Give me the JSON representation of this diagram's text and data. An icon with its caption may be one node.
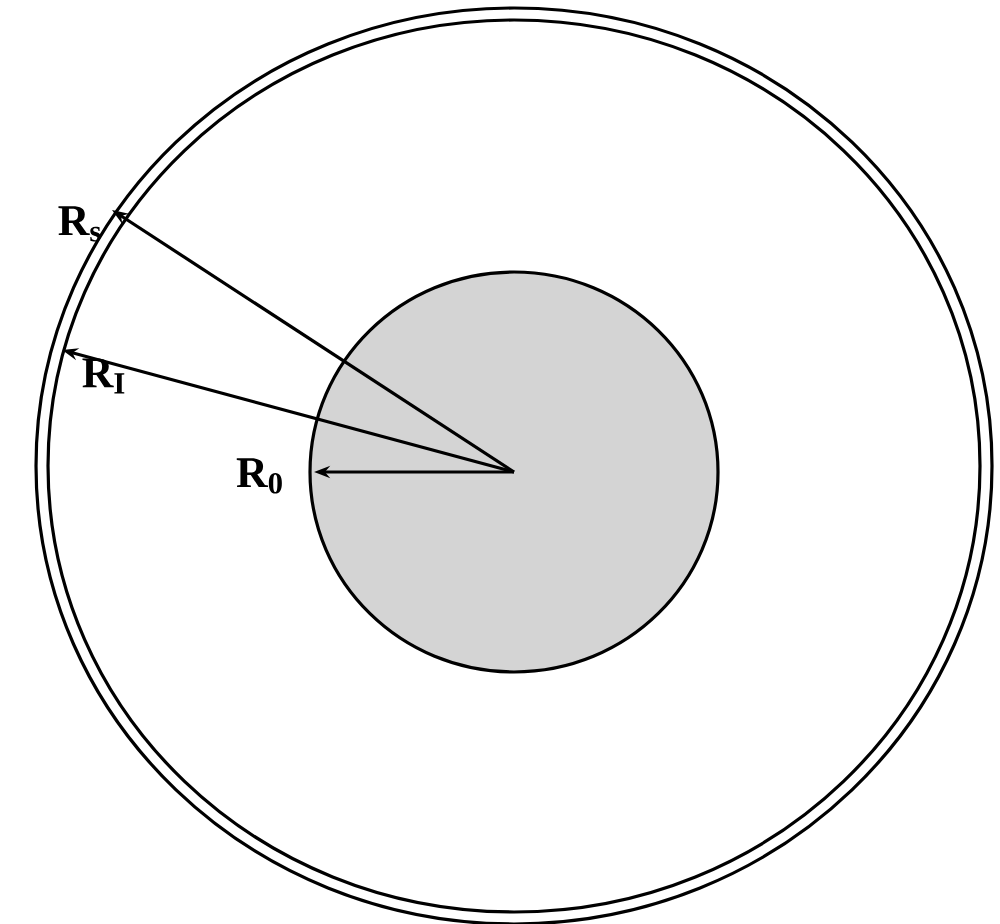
{
  "diagram": {
    "labels": [
      "R$_{s}$",
      "R$_{I}$",
      "R$_{0}$"
    ]
  }
}
